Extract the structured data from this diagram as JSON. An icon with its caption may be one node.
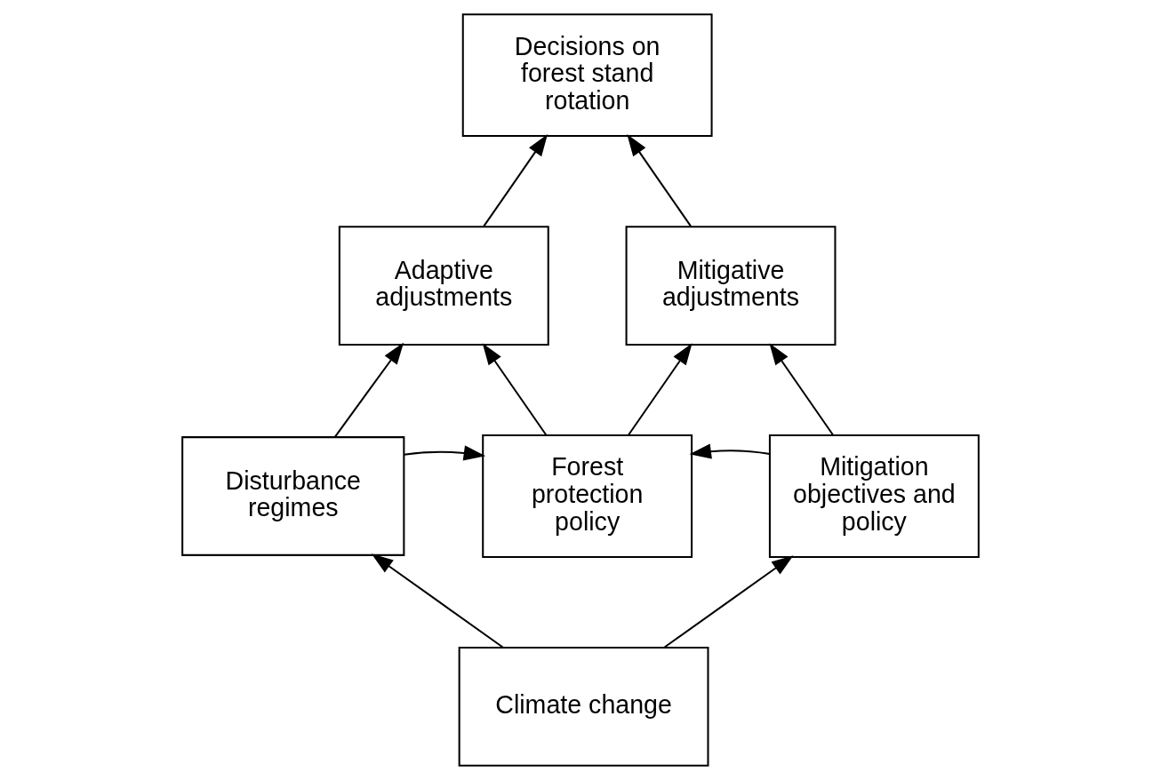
{
  "diagram": {
    "nodes": [
      {
        "text": [
          "Decisions on forest stand rotation"
        ]
      },
      {
        "text": [
          "Adaptive adjustments"
        ]
      },
      {
        "text": [
          "Mitigative adjustments"
        ]
      },
      {
        "text": [
          "Disturbance regimes"
        ]
      },
      {
        "text": [
          "Forest protection policy"
        ]
      },
      {
        "text": [
          "Mitigation objectives and policy"
        ]
      },
      {
        "text": [
          "Climate change"
        ]
      }
    ],
    "edges": [
      {
        "from": 1,
        "to": 0,
        "arrow": "to"
      },
      {
        "from": 2,
        "to": 0,
        "arrow": "to"
      },
      {
        "from": 3,
        "to": 1,
        "arrow": "to"
      },
      {
        "from": 4,
        "to": 1,
        "arrow": "to"
      },
      {
        "from": 4,
        "to": 2,
        "arrow": "to"
      },
      {
        "from": 5,
        "to": 2,
        "arrow": "to"
      },
      {
        "from": 3,
        "to": 4,
        "arrow": "to"
      },
      {
        "from": 5,
        "to": 4,
        "arrow": "to"
      },
      {
        "from": 6,
        "to": 3,
        "arrow": "to"
      },
      {
        "from": 6,
        "to": 5,
        "arrow": "to"
      }
    ]
  }
}
